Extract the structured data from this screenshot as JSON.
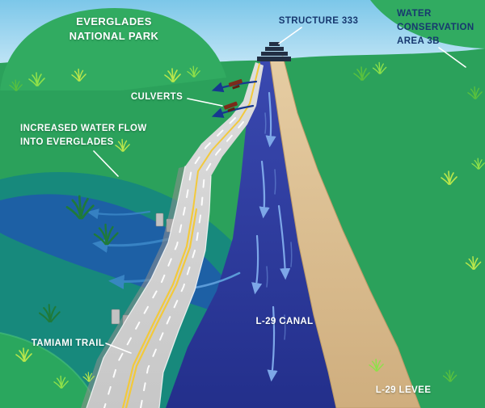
{
  "scene": {
    "park": {
      "line1": "EVERGLADES",
      "line2": "NATIONAL PARK"
    },
    "structure": {
      "label": "STRUCTURE 333"
    },
    "wca": {
      "line1": "WATER",
      "line2": "CONSERVATION",
      "line3": "AREA 3B"
    },
    "culverts": {
      "label": "CULVERTS"
    },
    "flow": {
      "line1": "INCREASED WATER FLOW",
      "line2": "INTO EVERGLADES"
    },
    "trail": {
      "label": "TAMIAMI TRAIL"
    },
    "canal": {
      "label": "L-29 CANAL"
    },
    "levee": {
      "label": "L-29 LEVEE"
    }
  },
  "colors": {
    "sky": "#7cc7e9",
    "land_green": "#2ba15b",
    "hill_green": "#31ab61",
    "water_teal": "#17897c",
    "water_deep": "#1d60a5",
    "canal_navy": "#2c3b9e",
    "levee_tan": "#d8b88b",
    "road_gray": "#d2d2d2",
    "road_yellow": "#f2c93c",
    "label_white": "#ffffff",
    "label_navy": "#17386f",
    "culvert_maroon": "#7b2b1a",
    "arrow_light_blue": "#7da7e8",
    "arrow_navy": "#16388f",
    "grass_light": "#b9e64b",
    "grass_dark": "#1f7a3a"
  }
}
